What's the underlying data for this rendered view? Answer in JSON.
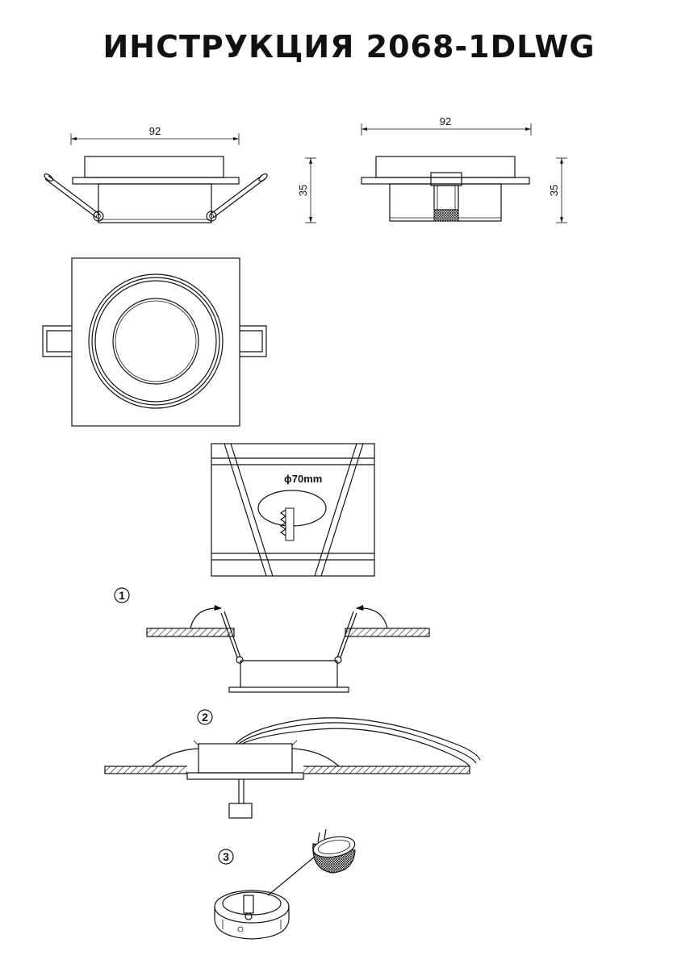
{
  "title": "ИНСТРУКЦИЯ 2068-1DLWG",
  "dimensions": {
    "side_width": "92",
    "front_width": "92",
    "side_height": "35",
    "front_height": "35"
  },
  "cutout": {
    "diameter_label": "ϕ70mm"
  },
  "steps": {
    "one": "1",
    "two": "2",
    "three": "3"
  },
  "colors": {
    "ink": "#111111",
    "background": "#ffffff"
  }
}
